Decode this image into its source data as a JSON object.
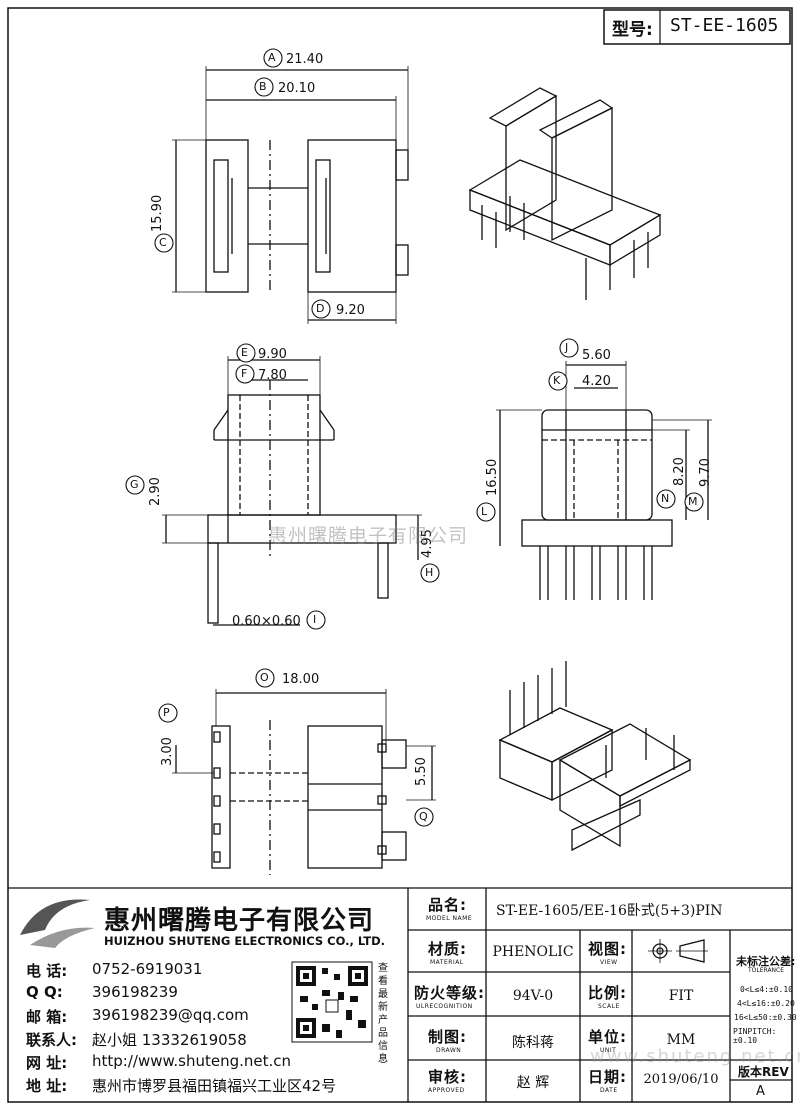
{
  "header": {
    "model_label": "型号:",
    "model_value": "ST-EE-1605"
  },
  "dimensions": {
    "A": "21.40",
    "B": "20.10",
    "C": "15.90",
    "D": "9.20",
    "E": "9.90",
    "F": "7.80",
    "G": "2.90",
    "H": "4.95",
    "I": "0.60×0.60",
    "J": "5.60",
    "K": "4.20",
    "L": "16.50",
    "M": "9.70",
    "N": "8.20",
    "O": "18.00",
    "P": "3.00",
    "Q": "5.50"
  },
  "letters": [
    "A",
    "B",
    "C",
    "D",
    "E",
    "F",
    "G",
    "H",
    "I",
    "J",
    "K",
    "L",
    "M",
    "N",
    "O",
    "P",
    "Q"
  ],
  "watermark": "惠州曙腾电子有限公司",
  "watermark_url": "www.shuteng.net.cn",
  "company": {
    "name_cn": "惠州曙腾电子有限公司",
    "name_en": "HUIZHOU SHUTENG ELECTRONICS CO., LTD.",
    "tel_label": "电  话:",
    "tel": "0752-6919031",
    "qq_label": "Q    Q:",
    "qq": "396198239",
    "mail_label": "邮  箱:",
    "mail": "396198239@qq.com",
    "contact_label": "联系人:",
    "contact": "赵小姐 13332619058",
    "web_label": "网  址:",
    "web": "http://www.shuteng.net.cn",
    "addr_label": "地  址:",
    "addr": "惠州市博罗县福田镇福兴工业区42号",
    "qr_caption": "查看最新产品信息"
  },
  "titleblock": {
    "name_cn": "品名:",
    "name_en": "MODEL NAME",
    "name_value": "ST-EE-1605/EE-16卧式(5+3)PIN",
    "material_cn": "材质:",
    "material_en": "MATERIAL",
    "material_value": "PHENOLIC",
    "view_cn": "视图:",
    "view_en": "VIEW",
    "ul_cn": "防火等级:",
    "ul_en": "ULRECOGNITION",
    "ul_value": "94V-0",
    "scale_cn": "比例:",
    "scale_en": "SCALE",
    "scale_value": "FIT",
    "drawn_cn": "制图:",
    "drawn_en": "DRAWN",
    "drawn_value": "陈科蒋",
    "unit_cn": "单位:",
    "unit_en": "UNIT",
    "unit_value": "MM",
    "approved_cn": "审核:",
    "approved_en": "APPROVED",
    "approved_value": "赵  辉",
    "date_cn": "日期:",
    "date_en": "DATE",
    "date_value": "2019/06/10",
    "tol_title": "未标注公差:",
    "tol_en": "TOLERANCE",
    "tol_lines": [
      "0<L≤4:±0.10",
      "4<L≤16:±0.20",
      "16<L≤50:±0.30",
      "PINPITCH:±0.10"
    ],
    "rev_label": "版本REV",
    "rev_value": "A"
  }
}
